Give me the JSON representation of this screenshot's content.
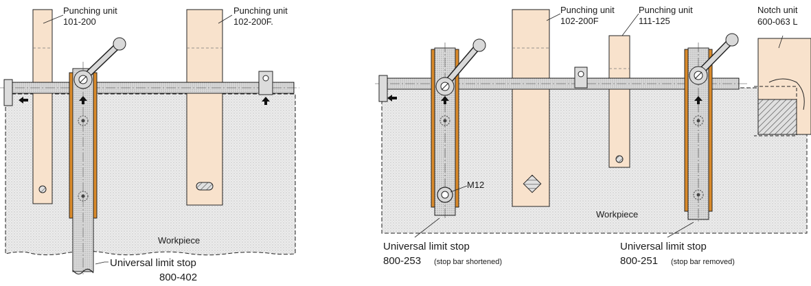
{
  "left": {
    "punch_a_name": "Punching unit",
    "punch_a_code": "101-200",
    "punch_b_name": "Punching unit",
    "punch_b_code": "102-200F.",
    "workpiece": "Workpiece",
    "stop_name": "Universal limit stop",
    "stop_code": "800-402"
  },
  "right": {
    "punch_a_name": "Punching unit",
    "punch_a_code": "102-200F",
    "punch_b_name": "Punching unit",
    "punch_b_code": "111-125",
    "notch_name": "Notch unit",
    "notch_code": "600-063 L",
    "thread": "M12",
    "workpiece": "Workpiece",
    "stop1_name": "Universal limit stop",
    "stop1_code": "800-253",
    "stop1_note": "(stop bar shortened)",
    "stop2_name": "Universal limit stop",
    "stop2_code": "800-251",
    "stop2_note": "(stop bar removed)"
  },
  "colors": {
    "punch_fill": "#f8e2cc",
    "orange_strip": "#d98a2b",
    "workpiece_fill": "#ebebeb",
    "bar_fill": "#d9d9d9",
    "line": "#1a1a1a"
  },
  "icons": [
    "arrow-up-icon",
    "arrow-left-icon",
    "handle-icon"
  ]
}
